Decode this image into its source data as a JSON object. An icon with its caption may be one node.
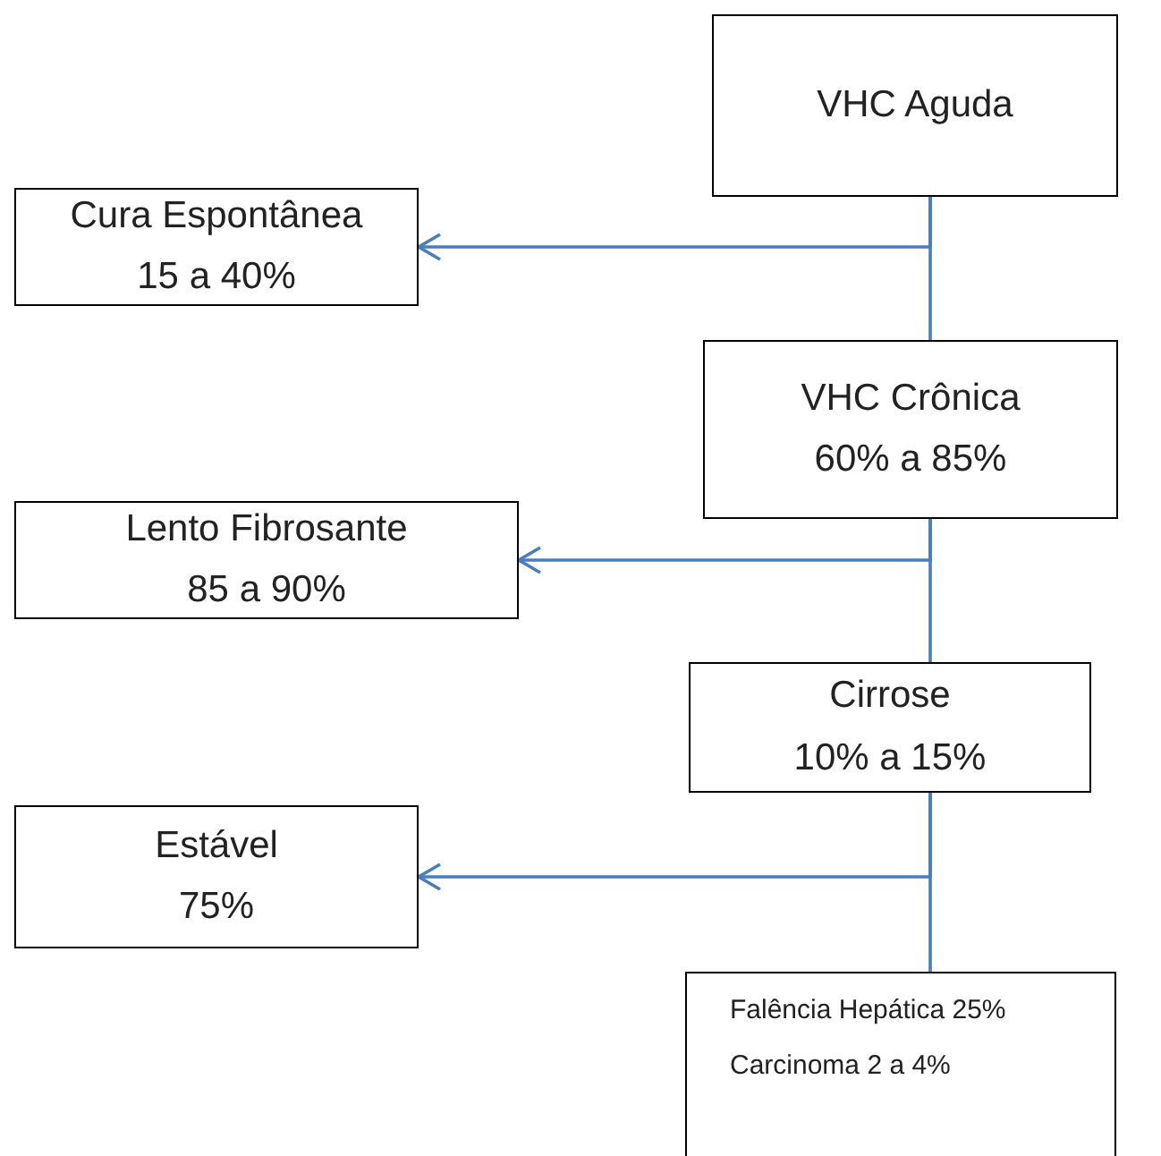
{
  "diagram": {
    "nodes": [
      {
        "text": [
          "VHC Aguda"
        ]
      },
      {
        "text": [
          "Cura Espontânea",
          "15 a 40%"
        ]
      },
      {
        "text": [
          "VHC Crônica",
          "60% a 85%"
        ]
      },
      {
        "text": [
          "Lento Fibrosante",
          "85 a 90%"
        ]
      },
      {
        "text": [
          "Cirrose",
          "10% a 15%"
        ]
      },
      {
        "text": [
          "Estável",
          "75%"
        ]
      },
      {
        "text": [
          "Falência Hepática 25%",
          "Carcinoma 2 a 4%"
        ]
      }
    ],
    "edges": [
      {
        "from": 0,
        "to": 1,
        "arrow": "to"
      },
      {
        "from": 0,
        "to": 2,
        "arrow": "none"
      },
      {
        "from": 2,
        "to": 3,
        "arrow": "to"
      },
      {
        "from": 2,
        "to": 4,
        "arrow": "none"
      },
      {
        "from": 4,
        "to": 5,
        "arrow": "to"
      },
      {
        "from": 4,
        "to": 6,
        "arrow": "none"
      }
    ]
  }
}
